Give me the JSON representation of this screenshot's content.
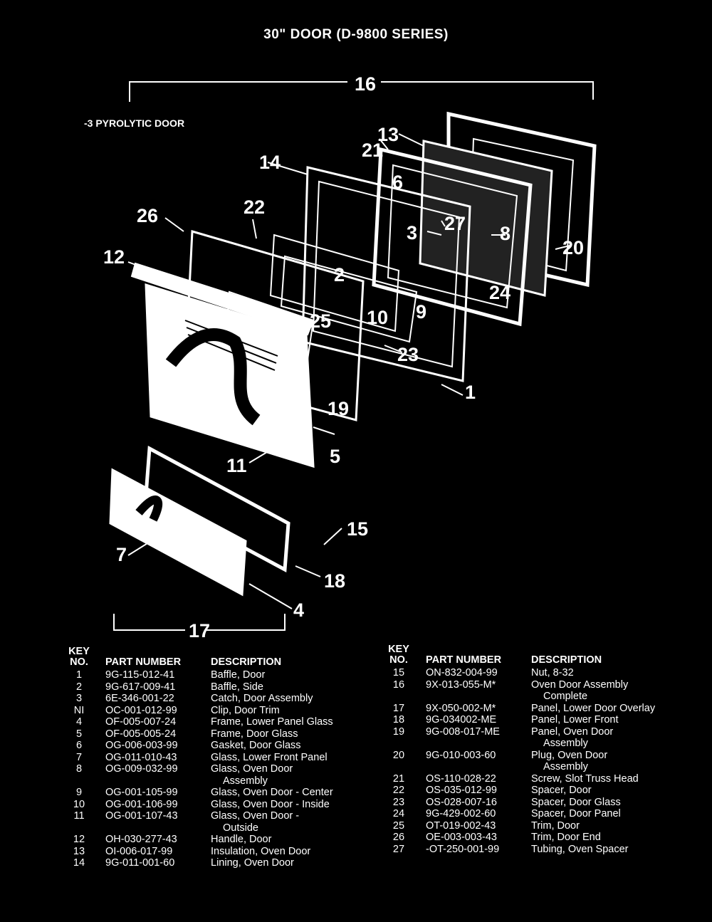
{
  "title": "30\" DOOR (D-9800 SERIES)",
  "subtitle": "-3 PYROLYTIC DOOR",
  "callouts": [
    "16",
    "13",
    "21",
    "14",
    "6",
    "26",
    "22",
    "3",
    "27",
    "8",
    "20",
    "12",
    "2",
    "24",
    "10",
    "9",
    "25",
    "23",
    "1",
    "19",
    "11",
    "5",
    "15",
    "7",
    "18",
    "4",
    "17"
  ],
  "table_headers": {
    "key": "KEY",
    "no": "NO.",
    "part_number": "PART NUMBER",
    "description": "DESCRIPTION"
  },
  "parts_left": [
    {
      "key": "1",
      "pn": "9G-115-012-41",
      "desc": "Baffle, Door",
      "desc2": ""
    },
    {
      "key": "2",
      "pn": "9G-617-009-41",
      "desc": "Baffle, Side",
      "desc2": ""
    },
    {
      "key": "3",
      "pn": "6E-346-001-22",
      "desc": "Catch, Door Assembly",
      "desc2": ""
    },
    {
      "key": "NI",
      "pn": "OC-001-012-99",
      "desc": "Clip, Door Trim",
      "desc2": ""
    },
    {
      "key": "4",
      "pn": "OF-005-007-24",
      "desc": "Frame, Lower Panel Glass",
      "desc2": ""
    },
    {
      "key": "5",
      "pn": "OF-005-005-24",
      "desc": "Frame, Door Glass",
      "desc2": ""
    },
    {
      "key": "6",
      "pn": "OG-006-003-99",
      "desc": "Gasket, Door Glass",
      "desc2": ""
    },
    {
      "key": "7",
      "pn": "OG-011-010-43",
      "desc": "Glass, Lower Front Panel",
      "desc2": ""
    },
    {
      "key": "8",
      "pn": "OG-009-032-99",
      "desc": "Glass, Oven Door",
      "desc2": "Assembly"
    },
    {
      "key": "9",
      "pn": "OG-001-105-99",
      "desc": "Glass, Oven Door - Center",
      "desc2": ""
    },
    {
      "key": "10",
      "pn": "OG-001-106-99",
      "desc": "Glass, Oven Door - Inside",
      "desc2": ""
    },
    {
      "key": "11",
      "pn": "OG-001-107-43",
      "desc": "Glass, Oven Door -",
      "desc2": "Outside"
    },
    {
      "key": "12",
      "pn": "OH-030-277-43",
      "desc": "Handle, Door",
      "desc2": ""
    },
    {
      "key": "13",
      "pn": "OI-006-017-99",
      "desc": "Insulation, Oven Door",
      "desc2": ""
    },
    {
      "key": "14",
      "pn": "9G-011-001-60",
      "desc": "Lining, Oven Door",
      "desc2": ""
    }
  ],
  "parts_right": [
    {
      "key": "15",
      "pn": "ON-832-004-99",
      "desc": "Nut, 8-32",
      "desc2": ""
    },
    {
      "key": "16",
      "pn": "9X-013-055-M*",
      "desc": "Oven Door Assembly",
      "desc2": "Complete"
    },
    {
      "key": "17",
      "pn": "9X-050-002-M*",
      "desc": "Panel, Lower Door Overlay",
      "desc2": ""
    },
    {
      "key": "18",
      "pn": "9G-034002-ME",
      "desc": "Panel, Lower Front",
      "desc2": ""
    },
    {
      "key": "19",
      "pn": "9G-008-017-ME",
      "desc": "Panel, Oven Door",
      "desc2": "Assembly"
    },
    {
      "key": "20",
      "pn": "9G-010-003-60",
      "desc": "Plug, Oven Door",
      "desc2": "Assembly"
    },
    {
      "key": "21",
      "pn": "OS-110-028-22",
      "desc": "Screw, Slot Truss Head",
      "desc2": ""
    },
    {
      "key": "22",
      "pn": "OS-035-012-99",
      "desc": "Spacer, Door",
      "desc2": ""
    },
    {
      "key": "23",
      "pn": "OS-028-007-16",
      "desc": "Spacer, Door Glass",
      "desc2": ""
    },
    {
      "key": "24",
      "pn": "9G-429-002-60",
      "desc": "Spacer, Door Panel",
      "desc2": ""
    },
    {
      "key": "25",
      "pn": "OT-019-002-43",
      "desc": "Trim, Door",
      "desc2": ""
    },
    {
      "key": "26",
      "pn": "OE-003-003-43",
      "desc": "Trim, Door End",
      "desc2": ""
    },
    {
      "key": "27",
      "pn": "-OT-250-001-99",
      "desc": "Tubing, Oven Spacer",
      "desc2": ""
    }
  ]
}
